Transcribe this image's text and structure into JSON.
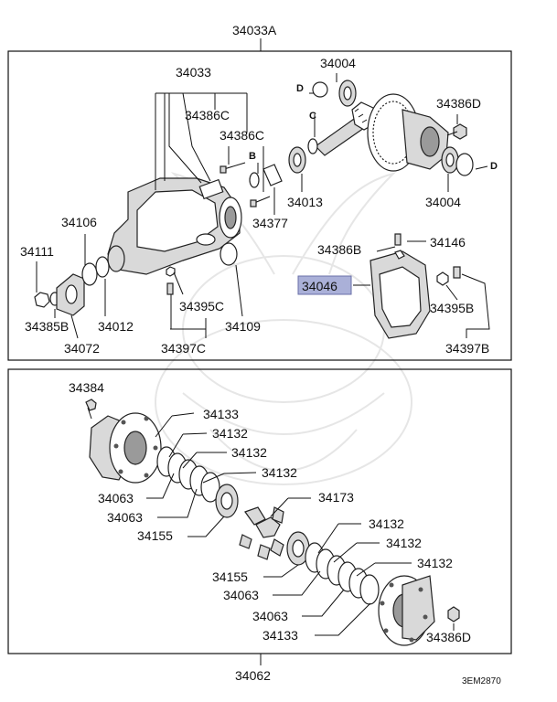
{
  "top_assembly": "34033A",
  "bottom_assembly": "34062",
  "diagram_code": "3EM2870",
  "upper_labels": {
    "p34033": "34033",
    "p34004_top": "34004",
    "d_top": "D",
    "c": "C",
    "p34386D_top": "34386D",
    "p34386C_a": "34386C",
    "p34386C_b": "34386C",
    "b": "B",
    "d_right": "D",
    "p34013": "34013",
    "p34004_right": "34004",
    "p34377": "34377",
    "p34106": "34106",
    "p34111": "34111",
    "p34386B": "34386B",
    "p34146": "34146",
    "p34046": "34046",
    "p34395C": "34395C",
    "p34395B": "34395B",
    "p34385B": "34385B",
    "p34012": "34012",
    "p34109": "34109",
    "p34072": "34072",
    "p34397C": "34397C",
    "p34397B": "34397B"
  },
  "lower_labels": {
    "p34384": "34384",
    "p34133_top": "34133",
    "p34132_a": "34132",
    "p34132_b": "34132",
    "p34132_c": "34132",
    "p34063_a": "34063",
    "p34063_b": "34063",
    "p34173": "34173",
    "p34155_a": "34155",
    "p34132_d": "34132",
    "p34132_e": "34132",
    "p34132_f": "34132",
    "p34155_b": "34155",
    "p34063_c": "34063",
    "p34063_d": "34063",
    "p34133_bottom": "34133",
    "p34386D_bottom": "34386D"
  },
  "highlight_color": "#aab0d8"
}
